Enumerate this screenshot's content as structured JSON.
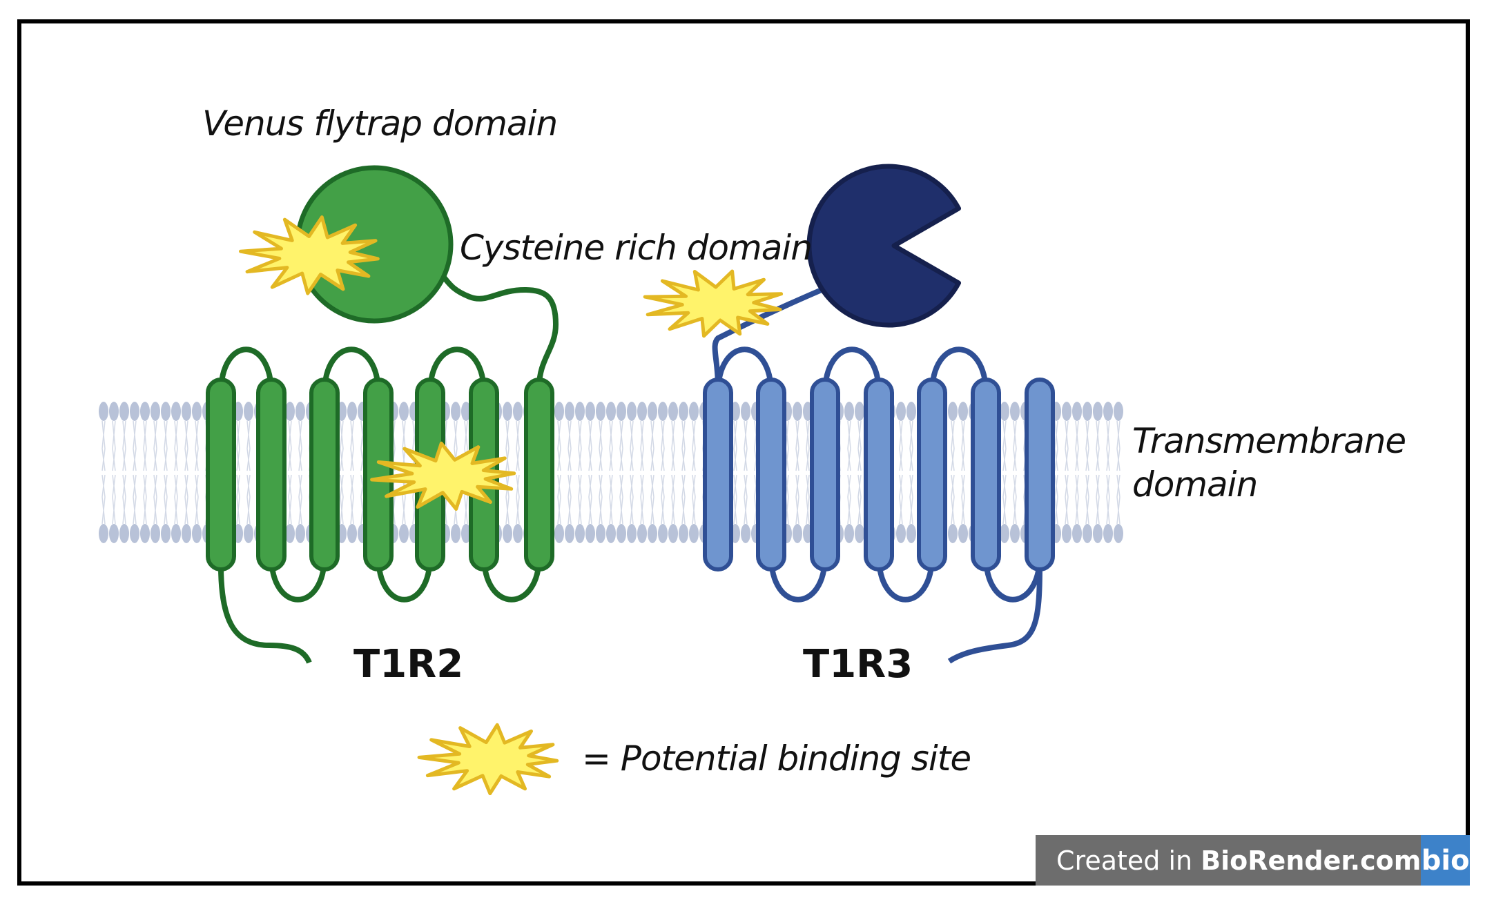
{
  "labels": {
    "venus_flytrap": "Venus flytrap domain",
    "cysteine_rich": "Cysteine rich domain",
    "transmembrane_line1": "Transmembrane",
    "transmembrane_line2": "domain",
    "legend": "= Potential binding site"
  },
  "receptors": {
    "left": "T1R2",
    "right": "T1R3"
  },
  "badge": {
    "prefix": "Created in ",
    "brand": "BioRender.com",
    "logo": "bio"
  },
  "colors": {
    "t1r2_fill": "#43a047",
    "t1r2_stroke": "#1e6b27",
    "t1r3_fill": "#6f95cf",
    "t1r3_stroke": "#2f4f95",
    "t1r3_head": "#1f2f6b",
    "membrane": "#b8c2d8",
    "binding_site": "#fff36b",
    "binding_site_outline": "#e3b823"
  }
}
